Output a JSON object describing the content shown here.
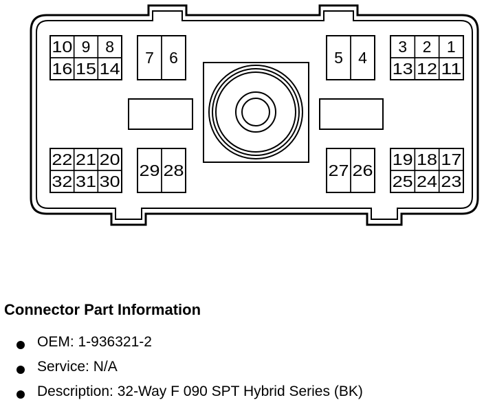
{
  "connector": {
    "pin_groups": [
      {
        "rows": [
          [
            "10",
            "9",
            "8"
          ],
          [
            "16",
            "15",
            "14"
          ]
        ]
      },
      {
        "rows": [
          [
            "7",
            "6"
          ]
        ]
      },
      {
        "rows": [
          [
            "5",
            "4"
          ]
        ]
      },
      {
        "rows": [
          [
            "3",
            "2",
            "1"
          ],
          [
            "13",
            "12",
            "11"
          ]
        ]
      },
      {
        "rows": [
          [
            "22",
            "21",
            "20"
          ],
          [
            "32",
            "31",
            "30"
          ]
        ]
      },
      {
        "rows": [
          [
            "29",
            "28"
          ]
        ]
      },
      {
        "rows": [
          [
            "27",
            "26"
          ]
        ]
      },
      {
        "rows": [
          [
            "19",
            "18",
            "17"
          ],
          [
            "25",
            "24",
            "23"
          ]
        ]
      }
    ]
  },
  "info": {
    "title": "Connector Part Information",
    "items": [
      "OEM: 1-936321-2",
      "Service: N/A",
      "Description: 32-Way F 090 SPT Hybrid Series (BK)"
    ]
  }
}
